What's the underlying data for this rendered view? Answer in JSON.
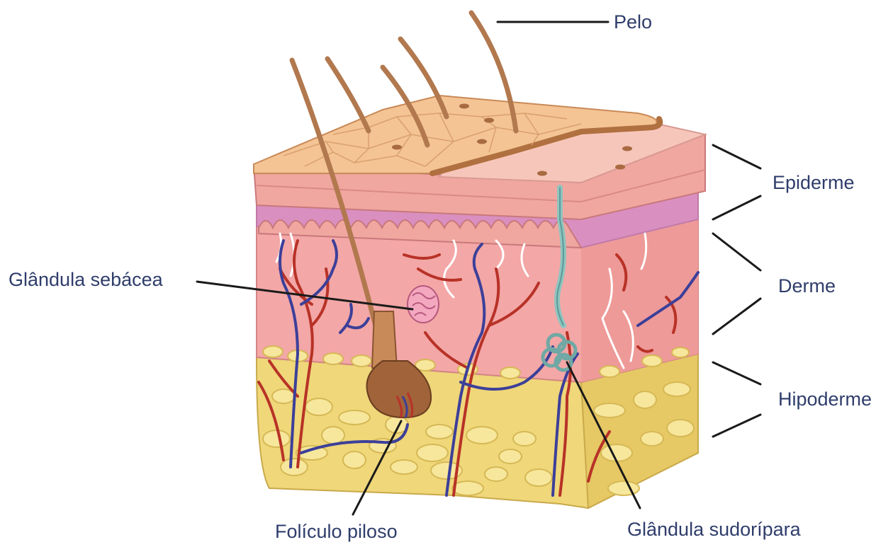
{
  "labels": {
    "pelo": "Pelo",
    "epiderme": "Epiderme",
    "derme": "Derme",
    "hipoderme": "Hipoderme",
    "glandula_sebacea": "Glândula sebácea",
    "foliculo_piloso": "Folículo piloso",
    "glandula_sudoripara": "Glândula sudorípara"
  },
  "colors": {
    "label_text": "#2f3d6b",
    "leader_line": "#1a1a1a",
    "epidermis_top": "#f2b98a",
    "epidermis": "#f0a7a0",
    "dermis_band": "#d98fc0",
    "dermis": "#f3a7a6",
    "hypodermis": "#efd77a",
    "hair": "#b2784e",
    "artery": "#b83227",
    "vein": "#3c3f99",
    "nerve": "#ffffff",
    "sweat_gland": "#8fc4c0"
  }
}
